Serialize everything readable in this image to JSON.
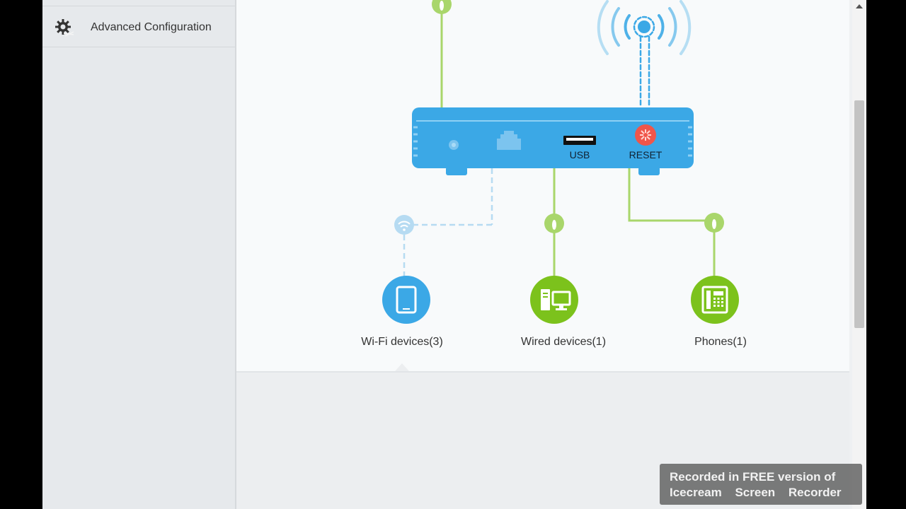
{
  "sidebar": {
    "items": [
      {
        "label": "Advanced Configuration",
        "icon": "gear-icon"
      }
    ]
  },
  "router": {
    "usb_label": "USB",
    "reset_label": "RESET"
  },
  "devices": [
    {
      "label": "Wi-Fi devices(3)",
      "icon": "tablet-icon",
      "color": "#3ba8e6"
    },
    {
      "label": "Wired devices(1)",
      "icon": "desktop-computer-icon",
      "color": "#7cc21c"
    },
    {
      "label": "Phones(1)",
      "icon": "desk-phone-icon",
      "color": "#7cc21c"
    }
  ],
  "watermark": {
    "line1": "Recorded in FREE version of",
    "line2": "Icecream Screen Recorder"
  },
  "colors": {
    "accent_blue": "#3ba8e6",
    "accent_green": "#7cc21c",
    "reset_red": "#f0564a"
  }
}
